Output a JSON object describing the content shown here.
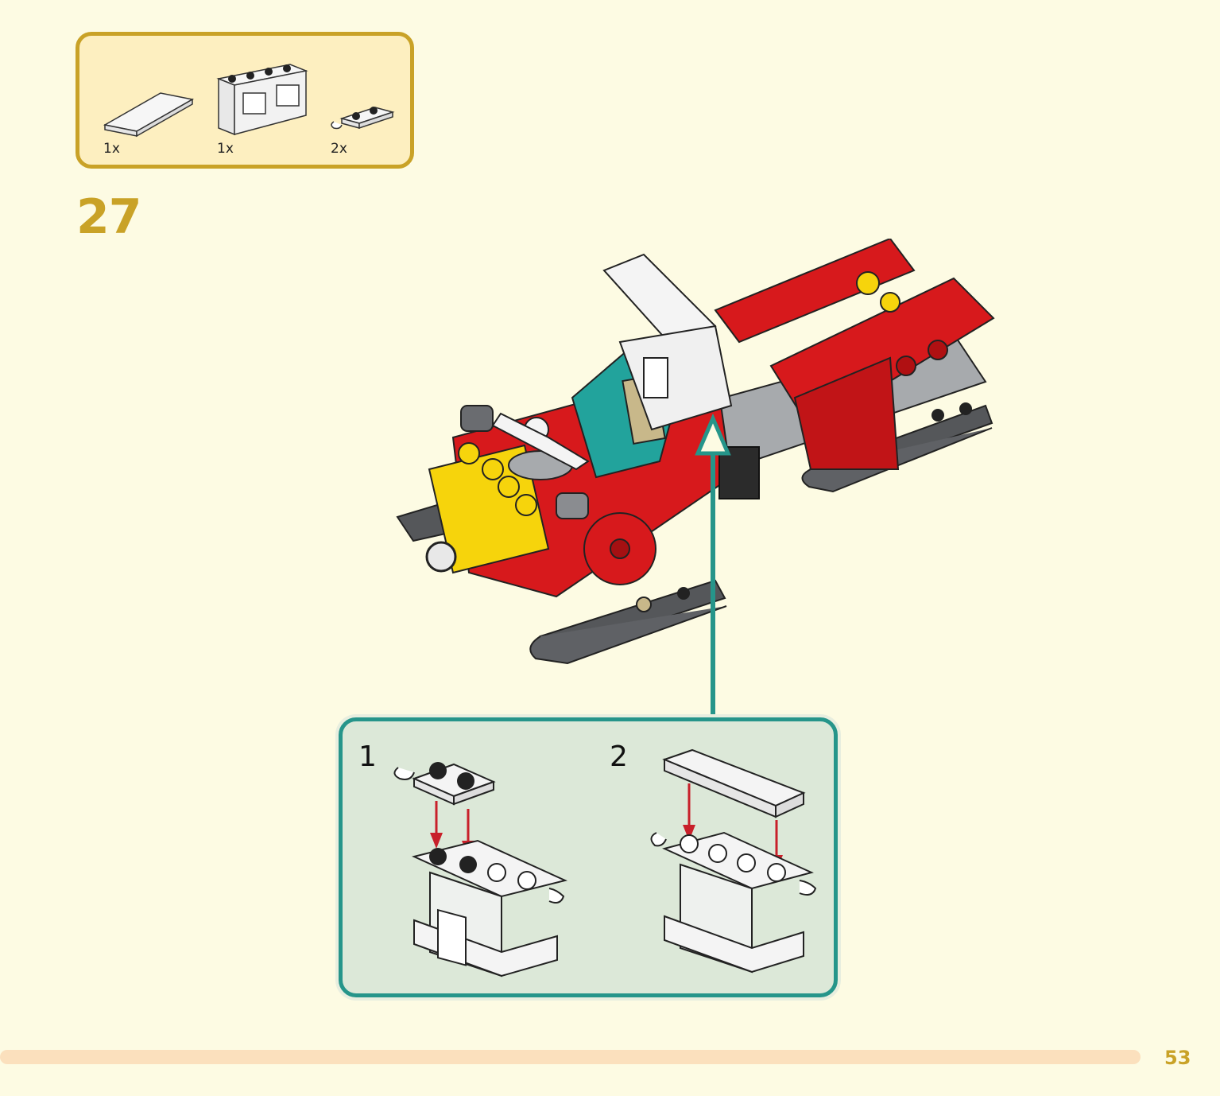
{
  "parts": [
    {
      "name": "white 1x4 tile",
      "qty": "1x"
    },
    {
      "name": "white 1x4x2 window fence",
      "qty": "1x"
    },
    {
      "name": "white 1x2 plate with clip",
      "qty": "2x"
    }
  ],
  "step_number": "27",
  "substeps": [
    {
      "number": "1"
    },
    {
      "number": "2"
    }
  ],
  "page_number": "53",
  "colors": {
    "accent_gold": "#c9a227",
    "teal": "#26958a",
    "red": "#d7191c",
    "yellow": "#f6d40c",
    "dark_gray": "#55575a",
    "light_gray": "#a7aaad",
    "white": "#f4f4f4"
  }
}
